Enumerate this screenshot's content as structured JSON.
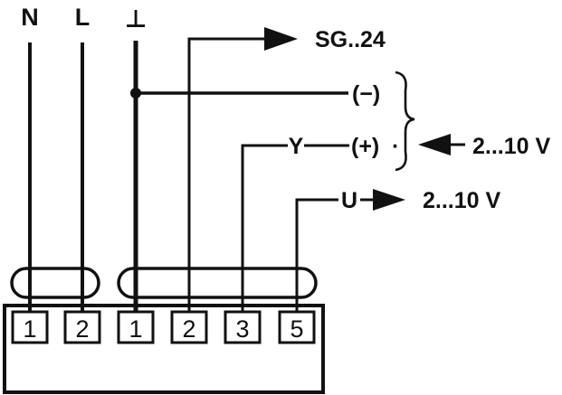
{
  "colors": {
    "line": "#111111",
    "background": "#ffffff"
  },
  "top_labels": {
    "neutral": "N",
    "live": "L",
    "ground": "⊥"
  },
  "signals": {
    "sg_output": "SG..24",
    "minus": "(−)",
    "plus": "(+)",
    "dot": "·",
    "y_label": "Y",
    "y_range": "2...10 V",
    "u_label": "U",
    "u_range": "2...10 V"
  },
  "terminals": {
    "group_left": [
      "1",
      "2"
    ],
    "group_right": [
      "1",
      "2",
      "3",
      "5"
    ]
  }
}
